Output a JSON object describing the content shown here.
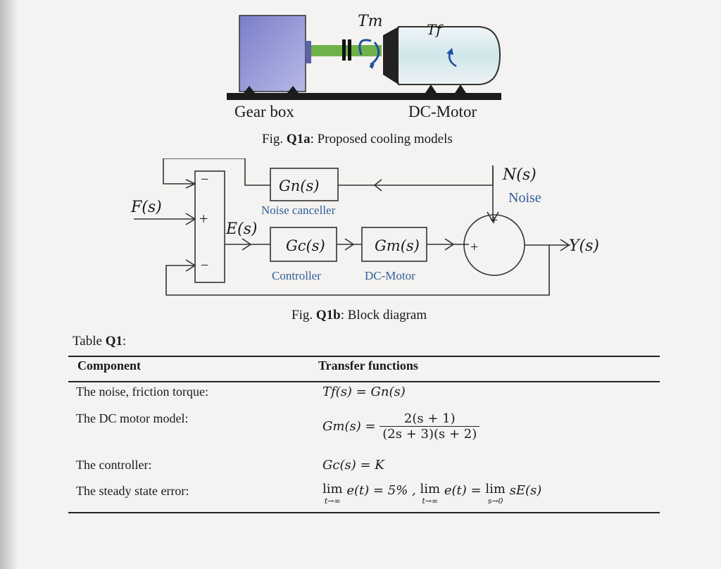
{
  "fig1": {
    "tm_label": "Tm",
    "tf_label": "Tf",
    "gearbox_label": "Gear box",
    "motor_label": "DC-Motor",
    "caption_prefix": "Fig. ",
    "caption_id": "Q1a",
    "caption_text": ": Proposed cooling models"
  },
  "fig2": {
    "input_label": "F(s)",
    "error_label": "E(s)",
    "output_label": "Y(s)",
    "noise_label": "N(s)",
    "noise_text": "Noise",
    "sum_top_sign": "−",
    "sum_mid_sign": "+",
    "sum_bot_sign": "−",
    "circle_top_sign": "+",
    "circle_left_sign": "+",
    "gn_block": "Gn(s)",
    "gn_caption": "Noise canceller",
    "gc_block": "Gc(s)",
    "gc_caption": "Controller",
    "gm_block": "Gm(s)",
    "gm_caption": "DC-Motor",
    "caption_prefix": "Fig. ",
    "caption_id": "Q1b",
    "caption_text": ": Block diagram"
  },
  "table": {
    "title_prefix": "Table ",
    "title_id": "Q1",
    "title_suffix": ":",
    "col_component": "Component",
    "col_transfer": "Transfer functions",
    "rows": [
      {
        "component": "The noise, friction torque:",
        "tf": "Tf(s) = Gn(s)"
      },
      {
        "component": "The DC motor model:",
        "tf_lhs": "Gm(s) =",
        "tf_num": "2(s + 1)",
        "tf_den": "(2s + 3)(s + 2)"
      },
      {
        "component": "The controller:",
        "tf": "Gc(s) = K"
      },
      {
        "component": "The steady state error:",
        "lim1": "lim",
        "lim1_sub": "t→∞",
        "expr1": "e(t) = 5% ,",
        "lim2": "lim",
        "lim2_sub": "t→∞",
        "expr2": "e(t) =",
        "lim3": "lim",
        "lim3_sub": "s→0",
        "expr3": "sE(s)"
      }
    ]
  },
  "colors": {
    "blue_text": "#2f5d9a",
    "shaft": "#6fb24a",
    "gearbox": "#8b8fd6",
    "motor": "#e6edf2"
  }
}
